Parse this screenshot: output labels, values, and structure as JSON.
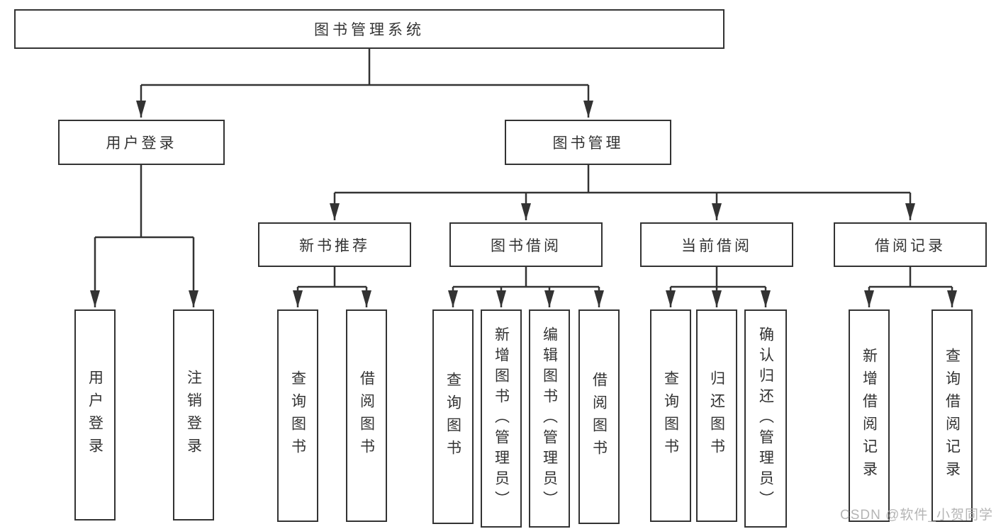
{
  "tree": {
    "label": "图书管理系统",
    "children": [
      {
        "label": "用户登录",
        "children": [
          {
            "label": "用户登录"
          },
          {
            "label": "注销登录"
          }
        ]
      },
      {
        "label": "图书管理",
        "children": [
          {
            "label": "新书推荐",
            "children": [
              {
                "label": "查询图书"
              },
              {
                "label": "借阅图书"
              }
            ]
          },
          {
            "label": "图书借阅",
            "children": [
              {
                "label": "查询图书"
              },
              {
                "label": "新增图书（管理员）"
              },
              {
                "label": "编辑图书（管理员）"
              },
              {
                "label": "借阅图书"
              }
            ]
          },
          {
            "label": "当前借阅",
            "children": [
              {
                "label": "查询图书"
              },
              {
                "label": "归还图书"
              },
              {
                "label": "确认归还（管理员）"
              }
            ]
          },
          {
            "label": "借阅记录",
            "children": [
              {
                "label": "新增借阅记录"
              },
              {
                "label": "查询借阅记录"
              }
            ]
          }
        ]
      }
    ]
  },
  "watermark": {
    "text": "CSDN @软件_小贺同学"
  },
  "colors": {
    "line": "#333333",
    "text": "#333333",
    "box_background": "#ffffff",
    "watermark": "#adadad"
  }
}
